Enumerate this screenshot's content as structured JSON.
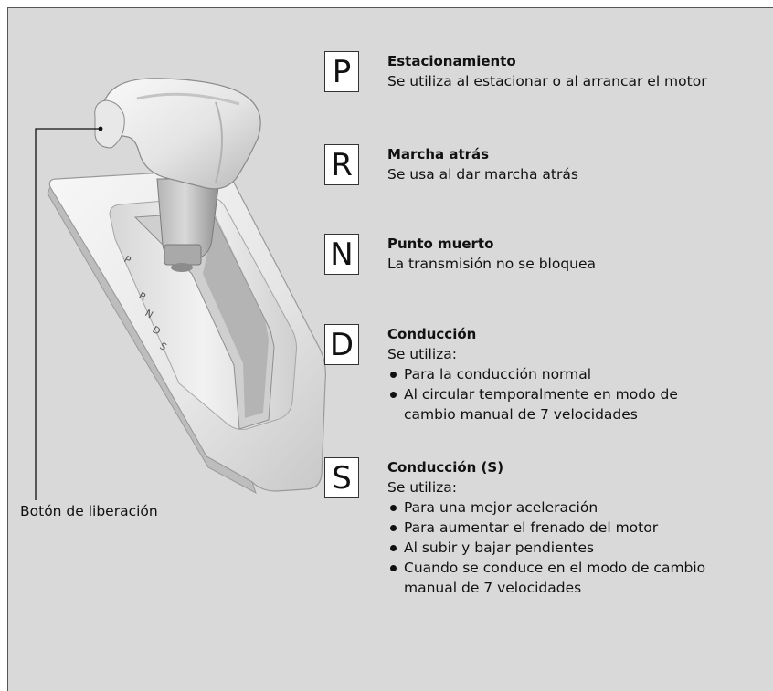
{
  "illustration": {
    "indicator_letters": [
      "P",
      "R",
      "N",
      "D",
      "S"
    ],
    "colors": {
      "panel_background": "#d9d9d9",
      "shifter_body": "#eeeeee",
      "shifter_shadow": "#bdbdbd",
      "leader_line": "#111111"
    }
  },
  "callout": {
    "release_button_label": "Botón de liberación"
  },
  "gears": [
    {
      "letter": "P",
      "title": "Estacionamiento",
      "description": "Se utiliza al estacionar o al arrancar el motor",
      "bullets": []
    },
    {
      "letter": "R",
      "title": "Marcha atrás",
      "description": "Se usa al dar marcha atrás",
      "bullets": []
    },
    {
      "letter": "N",
      "title": "Punto muerto",
      "description": "La transmisión no se bloquea",
      "bullets": []
    },
    {
      "letter": "D",
      "title": "Conducción",
      "description": "Se utiliza:",
      "bullets": [
        "Para la conducción normal",
        "Al circular temporalmente en modo de",
        "cambio manual de 7 velocidades"
      ]
    },
    {
      "letter": "S",
      "title": "Conducción (S)",
      "description": "Se utiliza:",
      "bullets": [
        "Para una mejor aceleración",
        "Para aumentar el frenado del motor",
        "Al subir y bajar pendientes",
        "Cuando se conduce en el modo de cambio",
        "manual de 7 velocidades"
      ]
    }
  ]
}
